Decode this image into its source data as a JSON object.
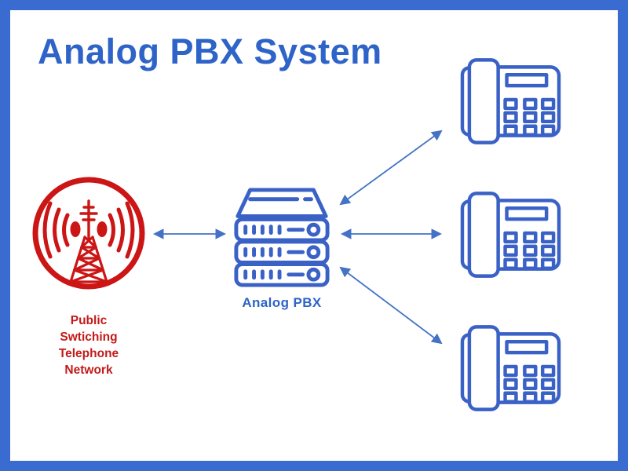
{
  "title": "Analog PBX System",
  "colors": {
    "frame_border": "#3a6bd1",
    "title_text": "#2e63c8",
    "diagram_blue": "#3a61c6",
    "arrow_blue": "#4472c4",
    "pstn_red": "#cc1515",
    "pstn_label_red": "#c31a1a",
    "background": "#ffffff"
  },
  "pstn": {
    "icon": "radio-tower-icon",
    "label_lines": [
      "Public",
      "Swtiching",
      "Telephone",
      "Network"
    ]
  },
  "pbx": {
    "icon": "server-stack-icon",
    "label": "Analog PBX"
  },
  "phones": {
    "icon": "desk-phone-icon",
    "count": 3
  },
  "connections": [
    {
      "from": "pstn",
      "to": "pbx",
      "type": "bidirectional-arrow"
    },
    {
      "from": "pbx",
      "to": "phone-1",
      "type": "bidirectional-arrow"
    },
    {
      "from": "pbx",
      "to": "phone-2",
      "type": "bidirectional-arrow"
    },
    {
      "from": "pbx",
      "to": "phone-3",
      "type": "bidirectional-arrow"
    }
  ]
}
